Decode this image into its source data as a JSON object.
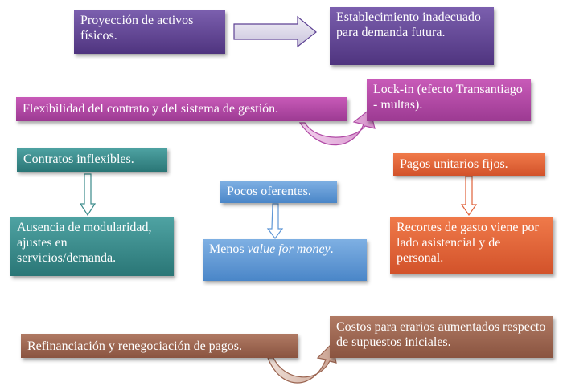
{
  "boxes": {
    "proyeccion": "Proyección de activos físicos.",
    "establecimiento": "Establecimiento inadecuado para demanda futura.",
    "flexibilidad": "Flexibilidad del contrato y del sistema de gestión.",
    "lockin": "Lock-in (efecto Transantiago - multas).",
    "contratos": "Contratos inflexibles.",
    "ausencia": "Ausencia de modularidad, ajustes en servicios/demanda.",
    "pocos": "Pocos oferentes.",
    "menos_prefix": "Menos ",
    "menos_italic": "value for money",
    "menos_suffix": ".",
    "pagos": "Pagos unitarios fijos.",
    "recortes": "Recortes de gasto viene por lado asistencial y de personal.",
    "refinanciacion": "Refinanciación y renegociación de pagos.",
    "costos": "Costos para erarios aumentados respecto de supuestos iniciales."
  },
  "colors": {
    "purple": "#5e4294",
    "magenta": "#b04aa5",
    "teal": "#3a8a8a",
    "blue": "#5f97d6",
    "orange": "#e0623a",
    "brown": "#9a6450"
  }
}
